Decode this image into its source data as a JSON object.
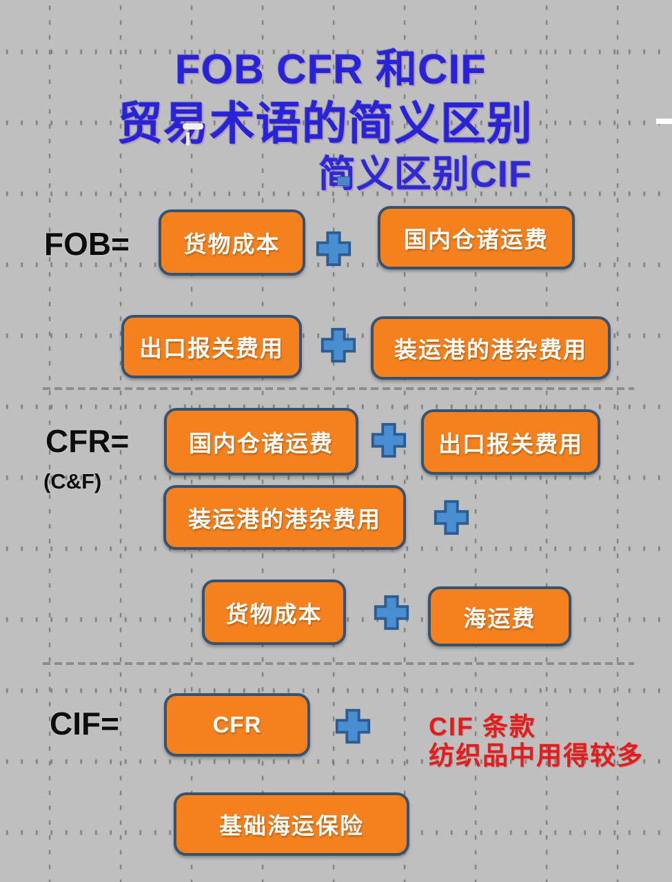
{
  "title": {
    "line1": "FOB CFR 和CIF",
    "line2": "贸易术语的简义区别",
    "line3": "简义区别CIF"
  },
  "fob": {
    "label": "FOB=",
    "row1": {
      "box1": "货物成本",
      "box2": "国内仓诸运费"
    },
    "row2": {
      "box1": "出口报关费用",
      "box2": "装运港的港杂费用"
    }
  },
  "cfr": {
    "label": "CFR=",
    "sublabel": "(C&F)",
    "row1": {
      "box1": "国内仓诸运费",
      "box2": "出口报关费用"
    },
    "row2": {
      "box1": "装运港的港杂费用"
    },
    "row3": {
      "box1": "货物成本",
      "box2": "海运费"
    }
  },
  "cif": {
    "label": "CIF=",
    "row1": {
      "box1": "CFR"
    },
    "note": {
      "line1": "CIF 条款",
      "line2": "纺织品中用得较多"
    },
    "row2": {
      "box1": "基础海运保险"
    }
  },
  "icons": {
    "plus": "plus-icon"
  },
  "colors": {
    "background": "#bfbfbf",
    "grid_dot": "#6e6e6e",
    "title_blue": "#2823d6",
    "box_orange": "#f5811e",
    "box_border": "#35536f",
    "box_text": "#ffffff",
    "plus_fill": "#4a8ed2",
    "plus_border": "#2b5d92",
    "label_black": "#0d0d0d",
    "note_red": "#e21d1d",
    "separator_gray": "#8c8c8c"
  }
}
